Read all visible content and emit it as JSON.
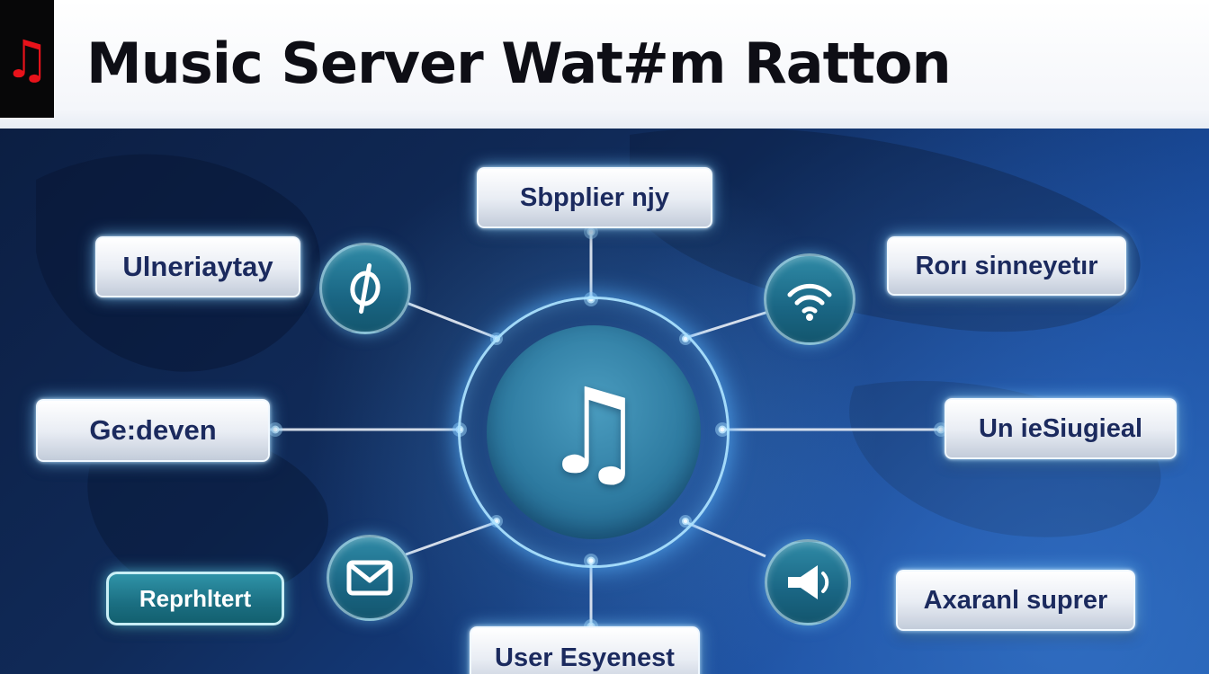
{
  "header": {
    "title": "Music Server Wat#m Ratton",
    "logo_glyph": "♫"
  },
  "hub": {
    "glyph": "♫"
  },
  "nodes": {
    "top": {
      "label": "Sbpplier njy"
    },
    "upper_left": {
      "label": "Ulneriaytay"
    },
    "left": {
      "label": "Ge:deven"
    },
    "lower_left": {
      "label": "Reprhltert"
    },
    "upper_right": {
      "label": "Rorı sinneyetır"
    },
    "right": {
      "label": "Un ieSiugieal"
    },
    "lower_right": {
      "label": "Axaranl suprer"
    },
    "bottom": {
      "label": "User Esyenest"
    }
  },
  "icons": {
    "hub": "music-note-icon",
    "logo": "music-note-icon",
    "upper_left": "phi-symbol-icon",
    "upper_right": "wifi-icon",
    "lower_left": "envelope-icon",
    "lower_right": "megaphone-icon"
  },
  "colors": {
    "background_top": "#0b1c3e",
    "background_bottom": "#1c55a8",
    "accent_teal": "#1f7e96",
    "glow": "#9fd4ff",
    "box_text": "#1b2a5e",
    "logo_red": "#e8121a"
  }
}
